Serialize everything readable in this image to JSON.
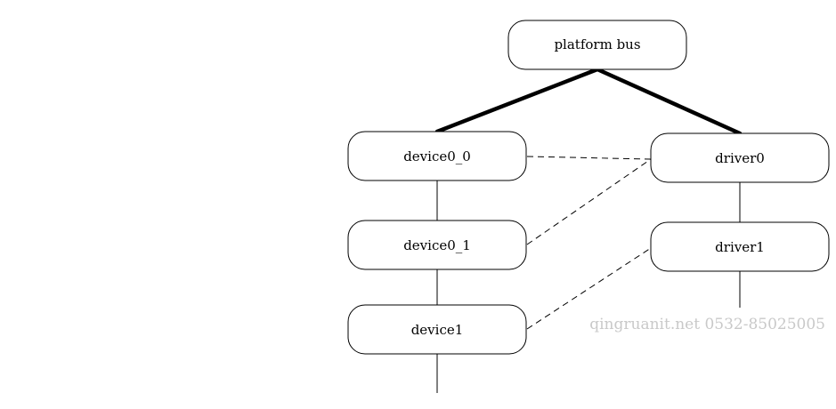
{
  "diagram": {
    "nodes": {
      "platform_bus": "platform bus",
      "device0_0": "device0_0",
      "device0_1": "device0_1",
      "device1": "device1",
      "driver0": "driver0",
      "driver1": "driver1"
    },
    "watermark": "qingruanit.net 0532-85025005",
    "colors": {
      "line": "#000000",
      "node_fill": "#ffffff",
      "watermark": "#c9c9c9"
    }
  }
}
